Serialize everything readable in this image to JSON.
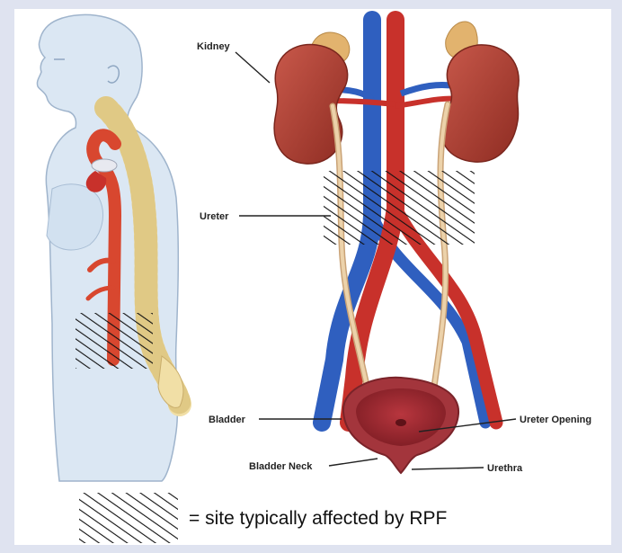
{
  "labels": {
    "kidney": "Kidney",
    "ureter": "Ureter",
    "bladder": "Bladder",
    "bladder_neck": "Bladder Neck",
    "ureter_opening": "Ureter Opening",
    "urethra": "Urethra"
  },
  "legend": {
    "text": "= site typically affected by RPF"
  },
  "colors": {
    "background": "#dfe3f0",
    "artery": "#c8312b",
    "vein": "#2f5fbf",
    "kidney": "#b9463a",
    "adrenal": "#e2b36e",
    "ureter": "#e8c9a0",
    "spine": "#f1dfa6",
    "body": "#dbe7f3",
    "hatch": "#111111"
  }
}
